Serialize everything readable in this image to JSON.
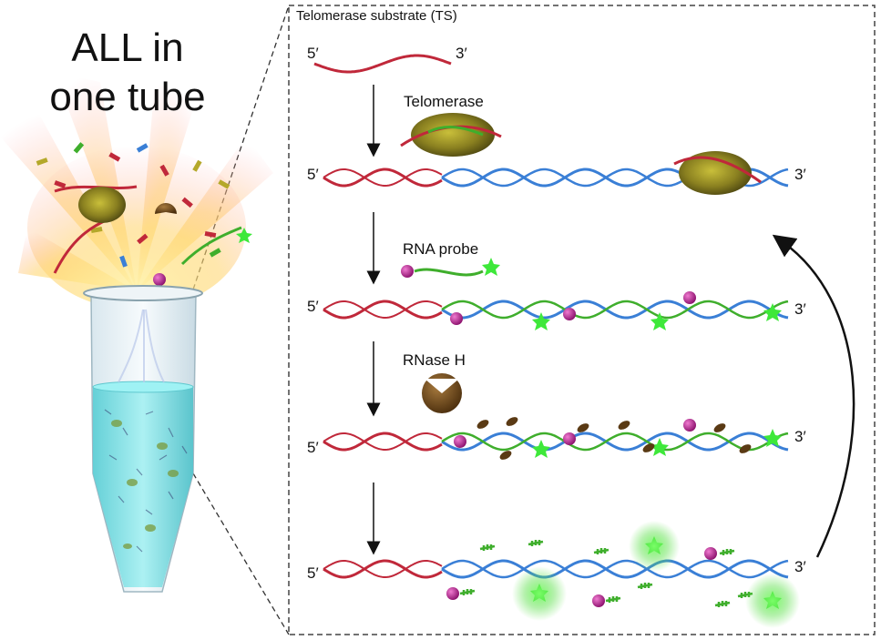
{
  "title_line1": "ALL in",
  "title_line2": "one tube",
  "panel_title": "Telomerase substrate (TS)",
  "steps": {
    "telomerase": "Telomerase",
    "rna_probe": "RNA probe",
    "rnase_h": "RNase H"
  },
  "prime_5": "5′",
  "prime_3": "3′",
  "colors": {
    "ts_strand": "#c0283a",
    "extension_strand": "#3a7fd6",
    "probe_strand": "#3fae2c",
    "quencher": "#b7178f",
    "fluorophore": "#3ee83a",
    "telomerase_body": "#6b6418",
    "rnase_h": "#5a3a14",
    "solution": "#7fe3e8",
    "frame": "#444444"
  }
}
